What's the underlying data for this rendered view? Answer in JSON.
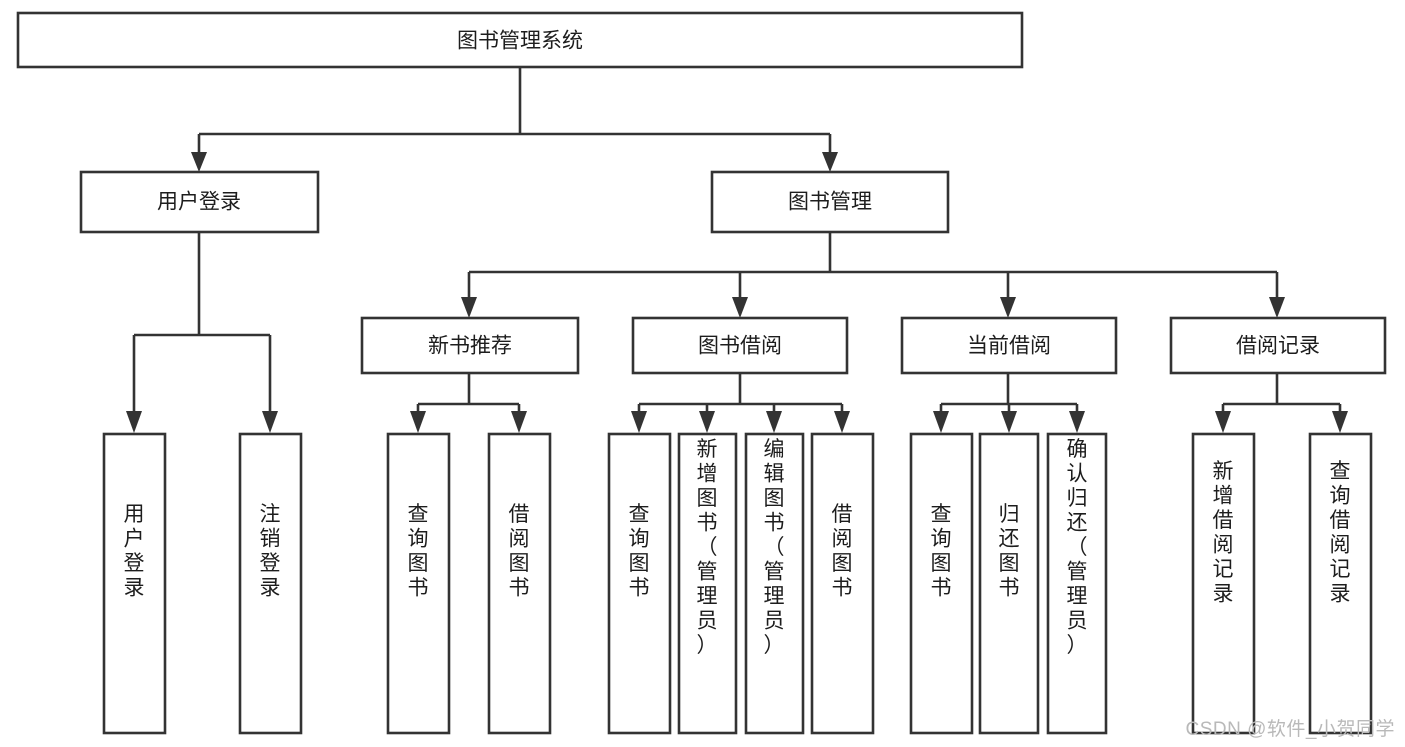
{
  "diagram": {
    "type": "tree-flowchart",
    "title": "图书管理系统",
    "watermark": "CSDN @软件_小贺同学",
    "style": {
      "box_fill": "#ffffff",
      "box_stroke": "#333333",
      "text_color": "#1d1d1d",
      "watermark_color": "#b9b9b9",
      "background": "#ffffff"
    },
    "levels": [
      {
        "level": 1,
        "nodes": [
          {
            "id": "root",
            "label": "图书管理系统",
            "orientation": "horizontal"
          }
        ]
      },
      {
        "level": 2,
        "nodes": [
          {
            "id": "login",
            "label": "用户登录",
            "orientation": "horizontal",
            "parent": "root"
          },
          {
            "id": "bookmgmt",
            "label": "图书管理",
            "orientation": "horizontal",
            "parent": "root"
          }
        ]
      },
      {
        "level": 3,
        "nodes": [
          {
            "id": "newbook",
            "label": "新书推荐",
            "orientation": "horizontal",
            "parent": "bookmgmt"
          },
          {
            "id": "borrow",
            "label": "图书借阅",
            "orientation": "horizontal",
            "parent": "bookmgmt"
          },
          {
            "id": "current",
            "label": "当前借阅",
            "orientation": "horizontal",
            "parent": "bookmgmt"
          },
          {
            "id": "record",
            "label": "借阅记录",
            "orientation": "horizontal",
            "parent": "bookmgmt"
          }
        ]
      },
      {
        "level": 4,
        "nodes": [
          {
            "id": "leaf-1",
            "label": "用户登录",
            "orientation": "vertical",
            "parent": "login"
          },
          {
            "id": "leaf-2",
            "label": "注销登录",
            "orientation": "vertical",
            "parent": "login"
          },
          {
            "id": "leaf-3",
            "label": "查询图书",
            "orientation": "vertical",
            "parent": "newbook"
          },
          {
            "id": "leaf-4",
            "label": "借阅图书",
            "orientation": "vertical",
            "parent": "newbook"
          },
          {
            "id": "leaf-5",
            "label": "查询图书",
            "orientation": "vertical",
            "parent": "borrow"
          },
          {
            "id": "leaf-6",
            "label": "新增图书（管理员）",
            "orientation": "vertical",
            "parent": "borrow"
          },
          {
            "id": "leaf-7",
            "label": "编辑图书（管理员）",
            "orientation": "vertical",
            "parent": "borrow"
          },
          {
            "id": "leaf-8",
            "label": "借阅图书",
            "orientation": "vertical",
            "parent": "borrow"
          },
          {
            "id": "leaf-9",
            "label": "查询图书",
            "orientation": "vertical",
            "parent": "current"
          },
          {
            "id": "leaf-10",
            "label": "归还图书",
            "orientation": "vertical",
            "parent": "current"
          },
          {
            "id": "leaf-11",
            "label": "确认归还（管理员）",
            "orientation": "vertical",
            "parent": "current"
          },
          {
            "id": "leaf-12",
            "label": "新增借阅记录",
            "orientation": "vertical",
            "parent": "record"
          },
          {
            "id": "leaf-13",
            "label": "查询借阅记录",
            "orientation": "vertical",
            "parent": "record"
          }
        ]
      }
    ]
  }
}
